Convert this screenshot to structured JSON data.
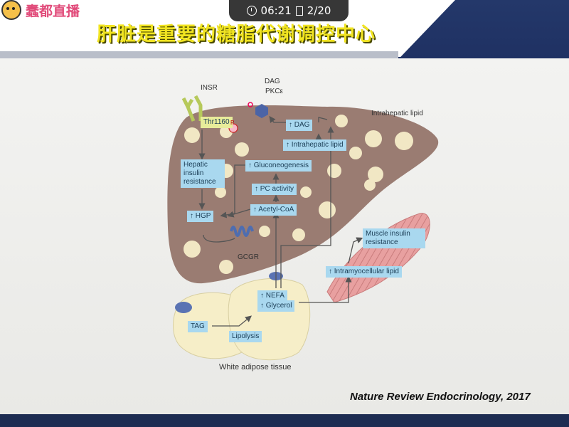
{
  "logo": {
    "text": "蠢都直播"
  },
  "overlay": {
    "time": "06:21",
    "page": "2/20"
  },
  "slide": {
    "title": "肝脏是重要的糖脂代谢调控中心",
    "citation": "Nature Review Endocrinology, 2017"
  },
  "diagram": {
    "insr": "INSR",
    "thr": "Thr1160",
    "p": "P",
    "dag_top": "DAG",
    "pkce": "PKCε",
    "intrahepatic_lipid": "Intrahepatic lipid",
    "dag": "↑ DAG",
    "intra_lipid_label": "↑ Intrahepatic lipid",
    "hepatic_ir": "Hepatic insulin resistance",
    "gluconeo": "↑ Gluconeogenesis",
    "pc_activity": "↑ PC activity",
    "acetyl_coa": "↑ Acetyl-CoA",
    "hgp": "↑ HGP",
    "gcgr": "GCGR",
    "muscle_ir": "Muscle insulin resistance",
    "intramyo": "↑ Intramyocellular lipid",
    "nefa": "↑ NEFA",
    "glycerol": "↑ Glycerol",
    "tag": "TAG",
    "lipolysis": "Lipolysis",
    "wat": "White adipose tissue"
  },
  "colors": {
    "liver": "#9a7c72",
    "label_bg": "#a9d8ef",
    "title": "#f1e421",
    "header": "#1f3163"
  }
}
